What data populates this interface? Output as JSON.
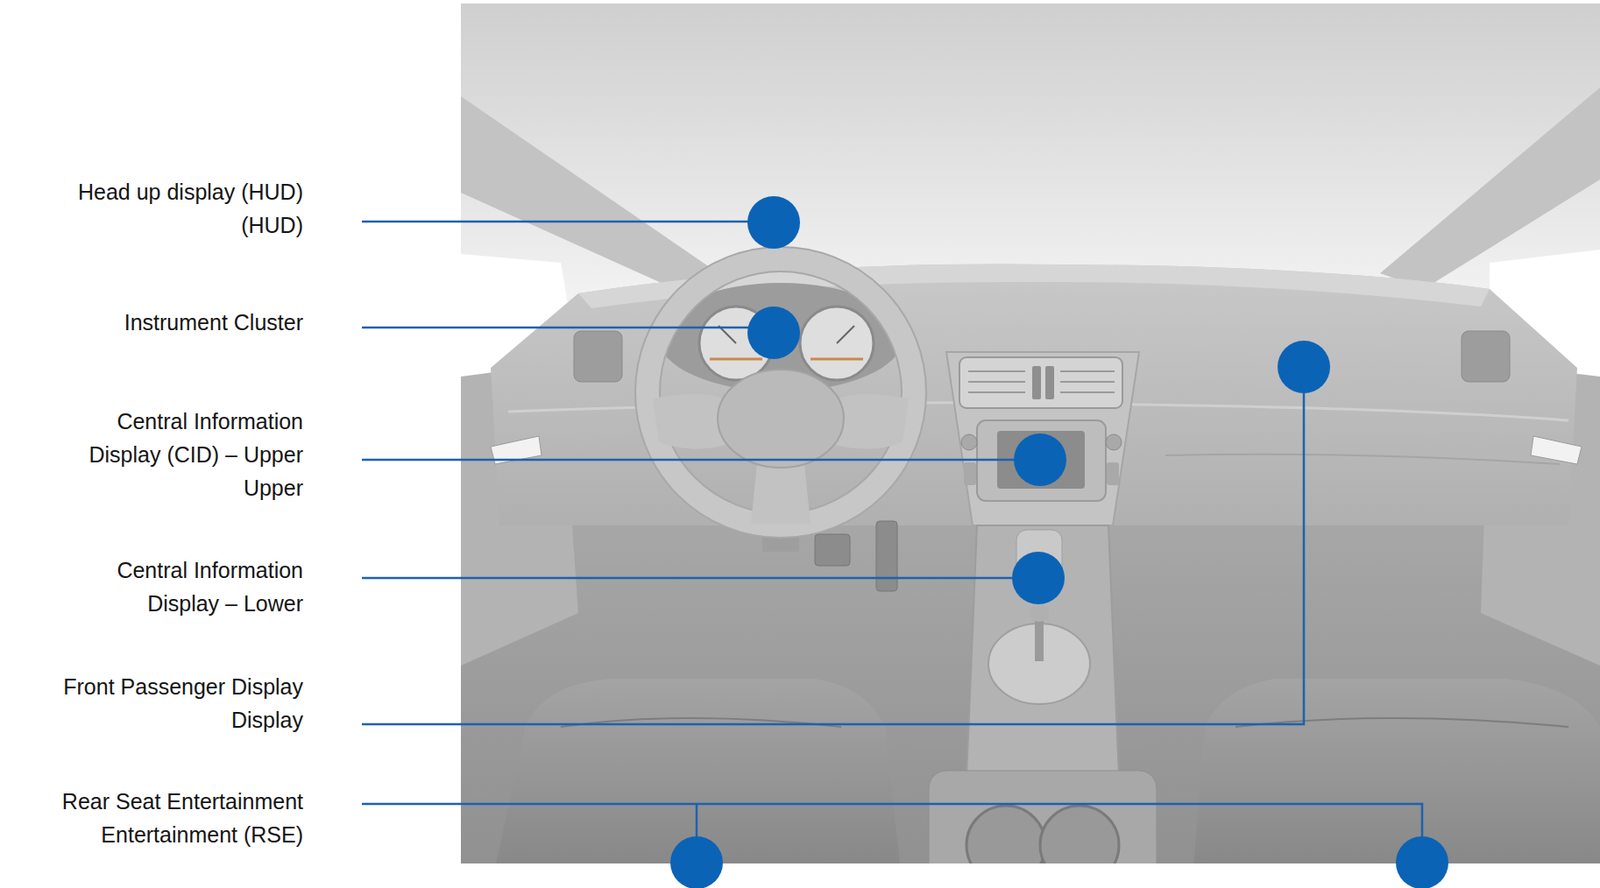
{
  "diagram": {
    "labels": [
      "Head up display (HUD) (HUD)",
      "Instrument Cluster",
      "Central Information Display (CID) – Upper Upper",
      "Central Information Display – Lower",
      "Front Passenger Display Display",
      "Rear Seat Entertainment Entertainment (RSE)"
    ]
  }
}
